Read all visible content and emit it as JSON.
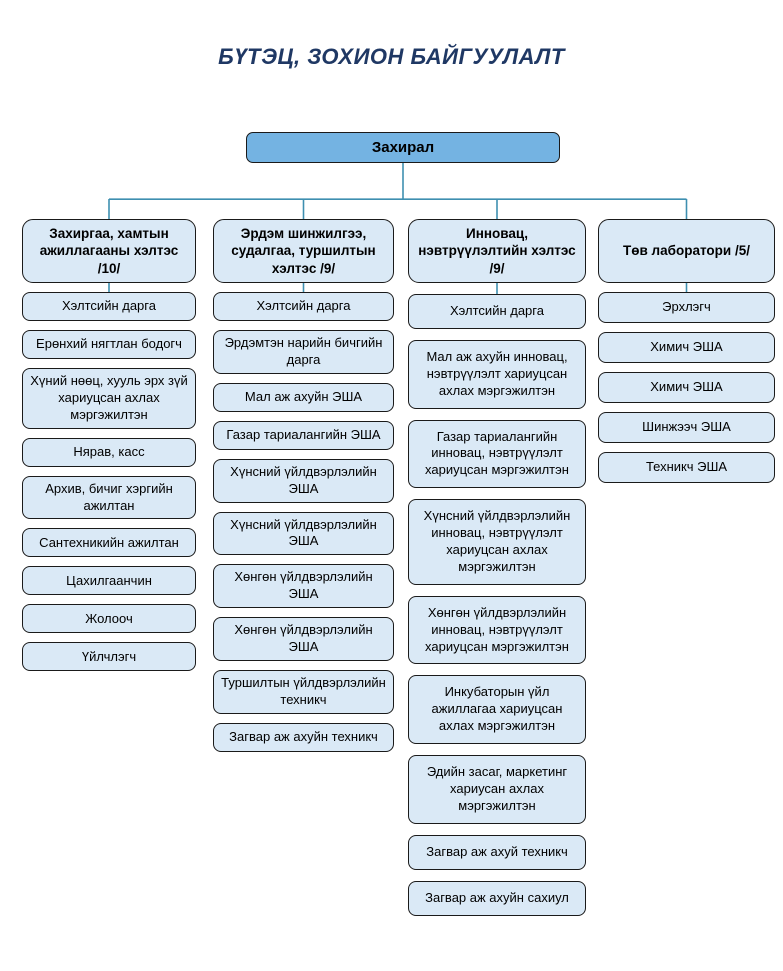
{
  "title": "БҮТЭЦ, ЗОХИОН БАЙГУУЛАЛТ",
  "root": {
    "label": "Захирал"
  },
  "columns": [
    {
      "header": "Захиргаа, хамтын ажиллагааны хэлтэс /10/",
      "items": [
        "Хэлтсийн дарга",
        "Ерөнхий нягтлан бодогч",
        "Хүний нөөц, хууль эрх зүй хариуцсан ахлах мэргэжилтэн",
        "Нярав, касс",
        "Архив, бичиг хэргийн ажилтан",
        "Сантехникийн ажилтан",
        "Цахилгаанчин",
        "Жолооч",
        "Үйлчлэгч"
      ]
    },
    {
      "header": "Эрдэм шинжилгээ, судалгаа, туршилтын хэлтэс /9/",
      "items": [
        "Хэлтсийн дарга",
        "Эрдэмтэн нарийн бичгийн дарга",
        "Мал аж ахуйн ЭША",
        "Газар тариалангийн ЭША",
        "Хүнсний үйлдвэрлэлийн ЭША",
        "Хүнсний үйлдвэрлэлийн ЭША",
        "Хөнгөн үйлдвэрлэлийн ЭША",
        "Хөнгөн үйлдвэрлэлийн ЭША",
        "Туршилтын үйлдвэрлэлийн техникч",
        "Загвар аж ахуйн техникч"
      ]
    },
    {
      "header": "Инновац, нэвтрүүлэлтийн хэлтэс /9/",
      "items": [
        "Хэлтсийн дарга",
        "Мал аж ахуйн инновац, нэвтрүүлэлт хариуцсан ахлах мэргэжилтэн",
        "Газар тариалангийн инновац, нэвтрүүлэлт хариуцсан мэргэжилтэн",
        "Хүнсний үйлдвэрлэлийн инновац, нэвтрүүлэлт хариуцсан ахлах мэргэжилтэн",
        "Хөнгөн үйлдвэрлэлийн инновац, нэвтрүүлэлт хариуцсан мэргэжилтэн",
        "Инкубаторын үйл ажиллагаа хариуцсан ахлах мэргэжилтэн",
        "Эдийн засаг, маркетинг хариусан ахлах мэргэжилтэн",
        "Загвар аж ахуй техникч",
        "Загвар аж ахуйн сахиул"
      ]
    },
    {
      "header": "Төв лаборатори /5/",
      "items": [
        "Эрхлэгч",
        "Химич ЭША",
        "Химич ЭША",
        "Шинжээч ЭША",
        "Техникч ЭША"
      ]
    }
  ],
  "colors": {
    "root_fill": "#74B3E2",
    "box_fill": "#DAE9F6",
    "box_border": "#1a1a1a",
    "connector_line": "#3E8FB0",
    "title_text": "#1F3864"
  }
}
